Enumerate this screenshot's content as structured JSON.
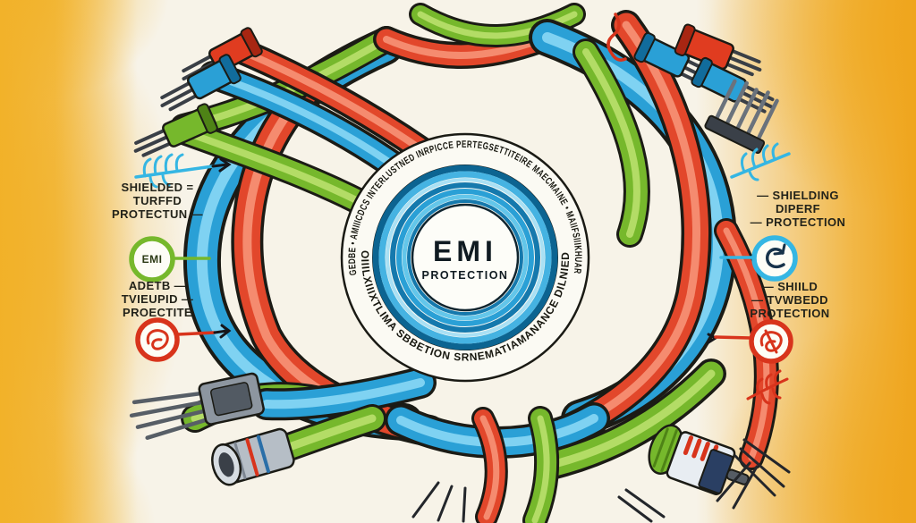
{
  "figure": {
    "center": {
      "line1": "EMI",
      "line2": "PROTECTION"
    },
    "ring_text": {
      "top_arc": "GEDBE • AMIIICDCS INTERLUSTNED INRPICCE PERTEGSETTITEIRE MAECMAINE • MAIIFSIIIKHUAR",
      "bottom_arc": "OIIILXIIIXTLIMA SBBETION SRNEMATIAMANANCE DILNIED"
    }
  },
  "annotations": {
    "left_top": {
      "icon": "fishbone-arrow-icon",
      "lines": [
        "SHIELDED =",
        "TURFFD",
        "PROTECTUN —"
      ]
    },
    "left_middle": {
      "icon": "emi-badge-icon",
      "badge_text": "EMI",
      "lines": [
        "ADETB —",
        "TVIEUPID —",
        "PROECTITE"
      ]
    },
    "left_bottom": {
      "icon": "red-scribble-circle-icon"
    },
    "right_top": {
      "icon": "fishbone-arrow-icon",
      "lines": [
        "— SHIELDING",
        "DIPERF",
        "— PROTECTION"
      ]
    },
    "right_middle": {
      "icon": "hook-circle-icon",
      "lines": [
        "— SHIILD",
        "— TVWBEDD",
        "PROTECTION"
      ]
    },
    "right_bottom": {
      "icon": "red-scribble-circle-icon"
    },
    "bottom_right_scribble": {
      "icon": "red-fishbone-icon"
    }
  },
  "palette": {
    "background_yellow": "#F2B22A",
    "paper_white": "#F7F3E8",
    "cable_blue": "#2AA0D6",
    "cable_blue_light": "#7FD2F2",
    "cable_red": "#E2472B",
    "cable_red_light": "#F58B6F",
    "cable_green": "#76B82C",
    "cable_green_light": "#B3DC66",
    "coil_blue_dark": "#0C6491",
    "accent_cyan": "#35B6E3",
    "accent_red": "#D8341C",
    "ink": "#1B1B15",
    "metal_grey": "#B9C1C8"
  }
}
